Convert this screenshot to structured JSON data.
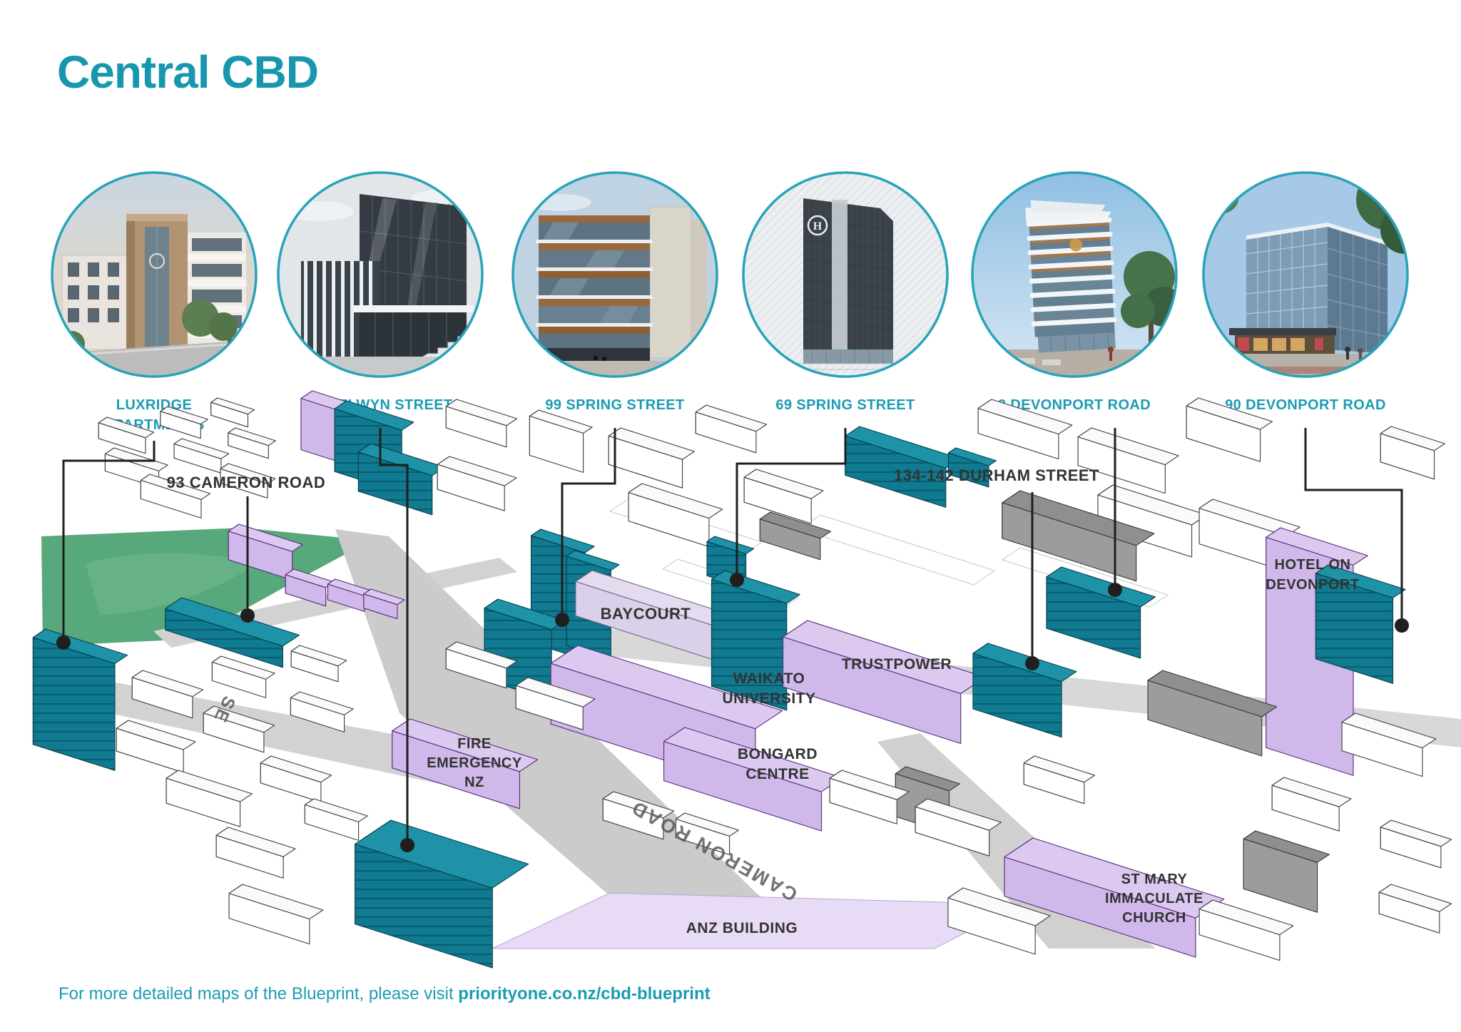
{
  "title": "Central CBD",
  "colors": {
    "brand_teal": "#1B9CB3",
    "title_teal": "#1697AE",
    "circle_ring_teal": "#29A3B9",
    "map_teal_building": "#1E93A8",
    "map_purple_side": "#7D3FA4",
    "map_lavender_top": "#DCC9F0",
    "park_green": "#57A87A",
    "road_gray": "#CFCFCF",
    "leader_line_black": "#1F1F1F",
    "map_label_gray": "#333333"
  },
  "gallery": {
    "items": [
      {
        "line1": "LUXRIDGE",
        "line2": "APARTMENTS",
        "photo": "luxridge-apartments-render"
      },
      {
        "line1": "38 SELWYN STREET",
        "line2": "",
        "photo": "38-selwyn-street-render"
      },
      {
        "line1": "99 SPRING STREET",
        "line2": "",
        "photo": "99-spring-street-render"
      },
      {
        "line1": "69 SPRING STREET",
        "line2": "",
        "photo": "69-spring-street-render"
      },
      {
        "line1": "2 DEVONPORT ROAD",
        "line2": "",
        "photo": "2-devonport-road-render"
      },
      {
        "line1": "90 DEVONPORT ROAD",
        "line2": "",
        "photo": "90-devonport-road-render"
      }
    ]
  },
  "map": {
    "callouts": {
      "cameron93": "93 CAMERON ROAD",
      "durham": "134-142 DURHAM STREET"
    },
    "labels": {
      "baycourt": "BAYCOURT",
      "waikato1": "WAIKATO",
      "waikato2": "UNIVERSITY",
      "trustpower": "TRUSTPOWER",
      "hotel1": "HOTEL ON",
      "hotel2": "DEVONPORT",
      "fire1": "FIRE",
      "fire2": "EMERGENCY",
      "fire3": "NZ",
      "bongard1": "BONGARD",
      "bongard2": "CENTRE",
      "anz": "ANZ BUILDING",
      "stmary1": "ST MARY",
      "stmary2": "IMMACULATE",
      "stmary3": "CHURCH"
    },
    "road_labels": {
      "cameron": "CAMERON ROAD",
      "selwyn_partial": "SE"
    }
  },
  "footer": {
    "prefix": "For more detailed maps of the Blueprint, please visit ",
    "link": "priorityone.co.nz/cbd-blueprint"
  }
}
